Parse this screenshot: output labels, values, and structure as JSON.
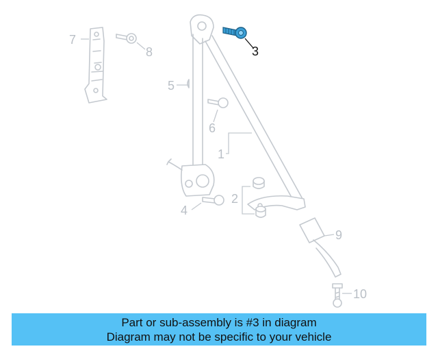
{
  "diagram": {
    "callouts": [
      {
        "id": "1",
        "label": "1",
        "highlighted": false
      },
      {
        "id": "2",
        "label": "2",
        "highlighted": false
      },
      {
        "id": "3",
        "label": "3",
        "highlighted": true
      },
      {
        "id": "4",
        "label": "4",
        "highlighted": false
      },
      {
        "id": "5",
        "label": "5",
        "highlighted": false
      },
      {
        "id": "6",
        "label": "6",
        "highlighted": false
      },
      {
        "id": "7",
        "label": "7",
        "highlighted": false
      },
      {
        "id": "8",
        "label": "8",
        "highlighted": false
      },
      {
        "id": "9",
        "label": "9",
        "highlighted": false
      },
      {
        "id": "10",
        "label": "10",
        "highlighted": false
      }
    ],
    "colors": {
      "highlight_part": "#3a9fd6",
      "faded_part": "#c4c9cf",
      "banner": "#55c1f5"
    }
  },
  "banner": {
    "line1": "Part or sub-assembly is #3 in diagram",
    "line2": "Diagram may not be specific to your vehicle"
  }
}
